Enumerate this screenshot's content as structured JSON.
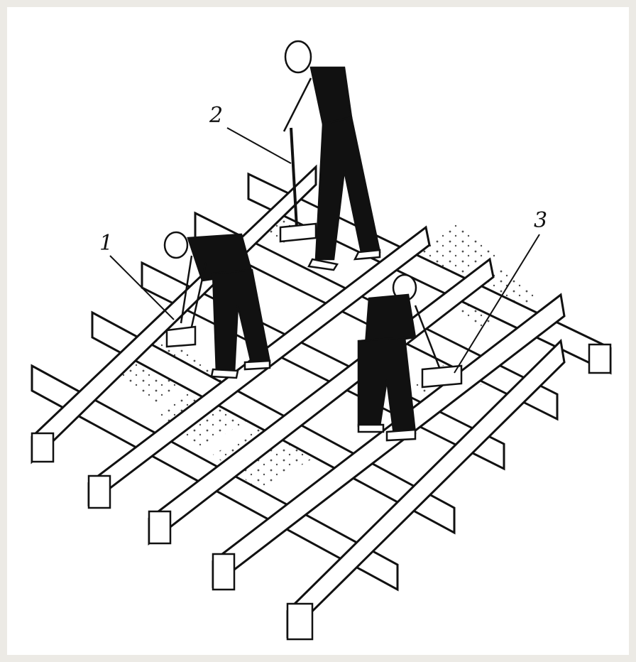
{
  "figure": {
    "callouts": [
      {
        "id": "1",
        "label": "1"
      },
      {
        "id": "2",
        "label": "2"
      },
      {
        "id": "3",
        "label": "3"
      }
    ],
    "colors": {
      "ink": "#111111",
      "paper": "#ffffff",
      "border": "#eceae5"
    }
  }
}
